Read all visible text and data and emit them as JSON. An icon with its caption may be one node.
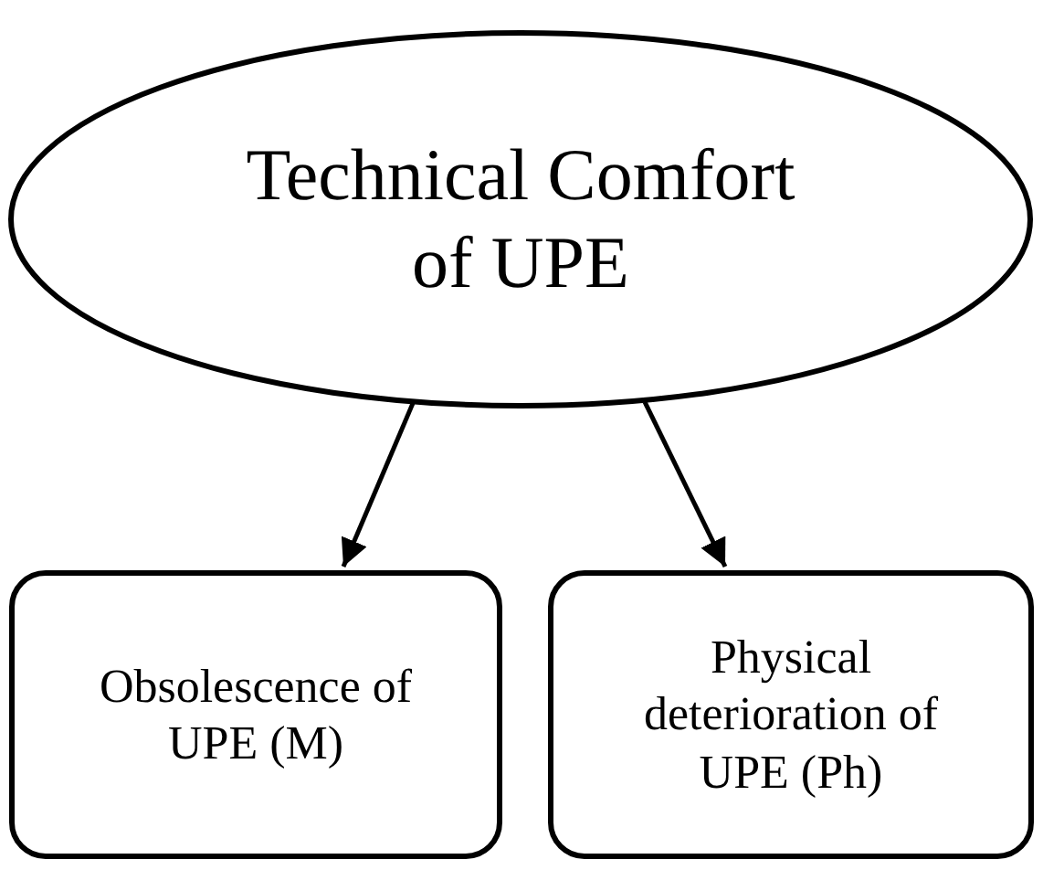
{
  "diagram": {
    "nodes": [
      {
        "text": [
          "Technical Comfort of UPE"
        ]
      },
      {
        "text": [
          "Obsolescence of UPE (M)"
        ]
      },
      {
        "text": [
          "Physical deterioration of UPE (Ph)"
        ]
      }
    ],
    "edges": [
      {
        "from": 0,
        "to": 1,
        "arrow": "to"
      },
      {
        "from": 0,
        "to": 2,
        "arrow": "to"
      }
    ]
  }
}
